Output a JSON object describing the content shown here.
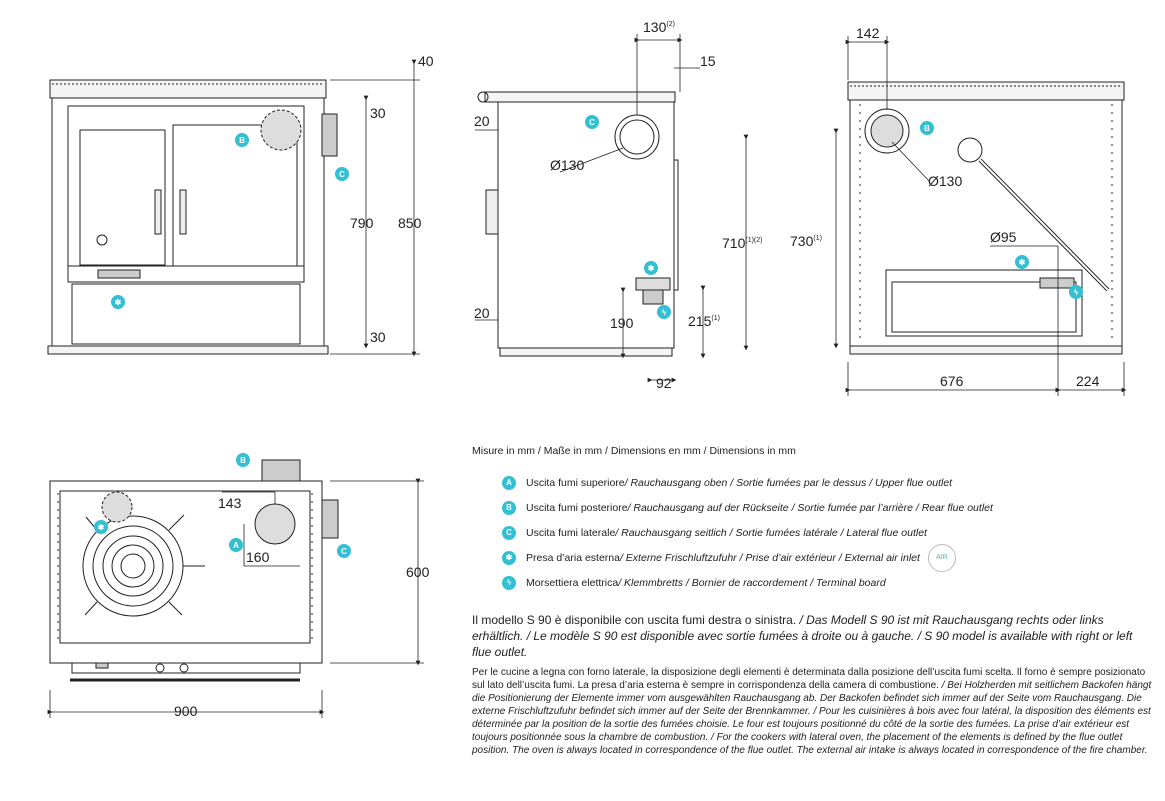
{
  "dimensions": {
    "front": {
      "top": "40",
      "upper": "30",
      "height_inner": "790",
      "height_total": "850",
      "lower": "30"
    },
    "side": {
      "flue_top": "130",
      "flue_top_sup": "(2)",
      "offset_top": "15",
      "top_gap": "20",
      "flue_diameter": "Ø130",
      "flue_height": "710",
      "flue_height_sup": "(1)(2)",
      "bottom_gap": "20",
      "inlet_height": "190",
      "terminal_height": "215",
      "terminal_height_sup": "(1)",
      "inlet_offset": "92"
    },
    "rear": {
      "flue_offset": "142",
      "flue_diameter": "Ø130",
      "flue_height": "730",
      "flue_height_sup": "(1)",
      "air_diameter": "Ø95",
      "width_main": "676",
      "width_side": "224"
    },
    "top": {
      "flue_x": "143",
      "flue_y": "160",
      "depth": "600",
      "width": "900"
    }
  },
  "badges": {
    "a": "A",
    "b": "B",
    "c": "C",
    "air": "✱",
    "bolt": "ϟ"
  },
  "legend": {
    "units": "Misure in mm / Maße in mm / Dimensions en mm / Dimensions in mm",
    "items": [
      {
        "badge": "A",
        "it": "Uscita fumi superiore",
        "rest": " / Rauchausgang oben  / Sortie fumées par le dessus / Upper flue outlet"
      },
      {
        "badge": "B",
        "it": "Uscita fumi posteriore",
        "rest": " /  Rauchausgang auf der Rückseite / Sortie fumée par l’arrière / Rear flue outlet"
      },
      {
        "badge": "C",
        "it": "Uscita fumi laterale",
        "rest": " / Rauchausgang seitlich  / Sortie fumées latérale / Lateral flue outlet"
      },
      {
        "badge": "✱",
        "it": "Presa d’aria esterna",
        "rest": " / Externe Frischluftzufuhr / Prise d’air extérieur / External air inlet"
      },
      {
        "badge": "ϟ",
        "it": "Morsettiera elettrica",
        "rest": " / Klemmbretts / Bornier de raccordement / Terminal board"
      }
    ],
    "air_logo": "AIR"
  },
  "notes": {
    "model_it": "Il modello S 90 è disponibile con uscita fumi destra o sinistra.",
    "model_rest": " / Das Modell S 90 ist mit Rauchausgang rechts oder links erhältlich. / Le modèle S 90 est disponible avec sortie fumées à droite ou à gauche. / S 90 model is available with right or left flue outlet.",
    "layout_it": "Per le cucine a legna con forno laterale, la disposizione degli elementi è determinata dalla posizione dell’uscita fumi scelta. Il forno è sempre posizionato sul lato dell’uscita fumi. La presa d’aria esterna è sempre in corrispondenza della camera di combustione.",
    "layout_rest": " / Bei Holzherden mit seitlichem Backofen hängt die Positionierung der Elemente immer vom ausgewählten Rauchausgang ab. Der Backofen befindet sich immer auf der Seite vom Rauchausgang. Die externe Frischluftzufuhr befindet sich immer auf der Seite der Brennkammer. / Pour les cuisinières à bois avec four latéral, la disposition des éléments est déterminée par la position de la sortie des fumées choisie. Le four est toujours positionné du côté de la sortie des fumées. La prise d’air extérieur est toujours positionnée sous la chambre de combustion. / For the cookers with lateral oven, the placement of the elements is defined by the flue outlet position. The oven is always located in correspondence of the flue outlet. The external air intake is always located in correspondence of the fire chamber."
  },
  "colors": {
    "accent": "#33c0d2",
    "line": "#222222",
    "grey": "#bbbbbb"
  }
}
